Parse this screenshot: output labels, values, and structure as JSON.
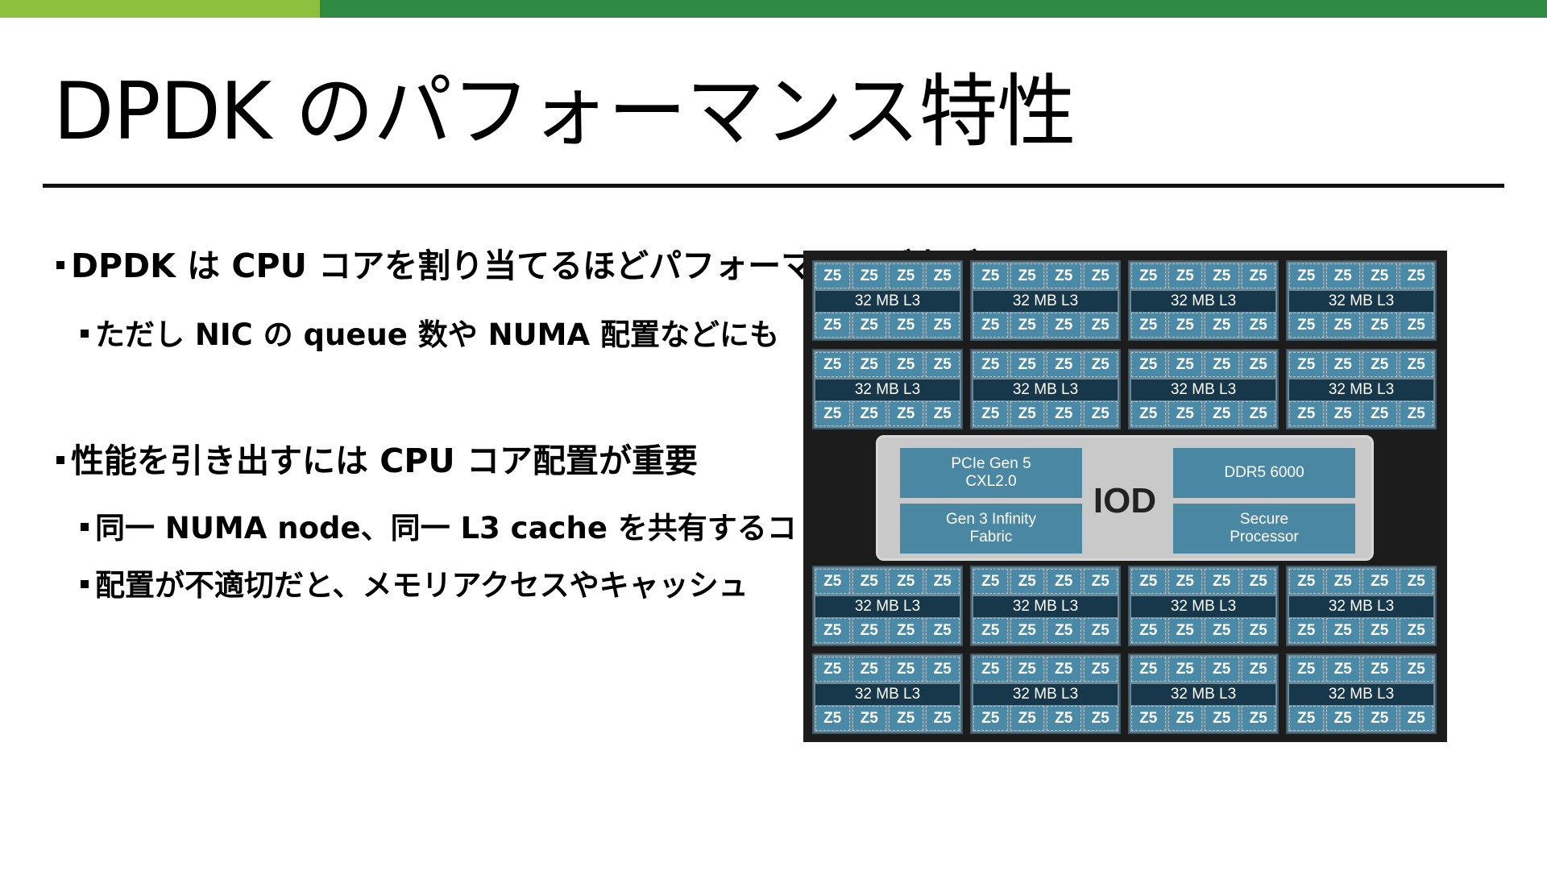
{
  "slide": {
    "title": "DPDK のパフォーマンス特性",
    "bullets": [
      {
        "text": "DPDK は CPU コアを割り当てるほどパフォーマンスが上がる"
      },
      {
        "text": "ただし NIC の queue 数や NUMA 配置などにも"
      },
      {
        "text": "性能を引き出すには  CPU コア配置が重要"
      },
      {
        "text": "同一  NUMA node、同一  L3 cache を共有するコ"
      },
      {
        "text": "配置が不適切だと、メモリアクセスやキャッシュ"
      }
    ]
  },
  "diagram": {
    "core_label": "Z5",
    "l3_label": "32 MB L3",
    "iod": {
      "label": "IOD",
      "blocks": [
        "PCIe Gen 5\nCXL2.0",
        "DDR5 6000",
        "Gen 3 Infinity\nFabric",
        "Secure\nProcessor"
      ]
    }
  }
}
